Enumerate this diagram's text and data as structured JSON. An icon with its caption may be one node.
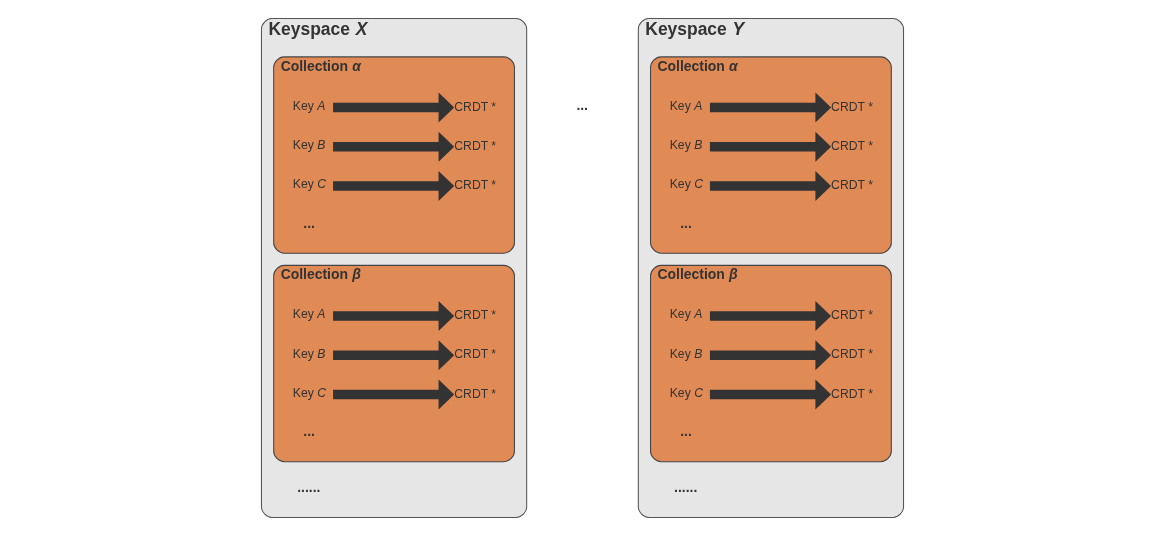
{
  "diagram": {
    "nodes": [
      {
        "text": [
          "Keyspace *X*"
        ]
      },
      {
        "text": [
          "Collection *α*"
        ],
        "in": 0
      },
      {
        "text": [
          "Key *A*"
        ],
        "in": 1
      },
      {
        "text": [
          "CRDT *"
        ],
        "in": 1
      },
      {
        "text": [
          "Key *B*"
        ],
        "in": 1
      },
      {
        "text": [
          "CRDT *"
        ],
        "in": 1
      },
      {
        "text": [
          "Key *C*"
        ],
        "in": 1
      },
      {
        "text": [
          "CRDT *"
        ],
        "in": 1
      },
      {
        "text": [
          "Collection *β*"
        ],
        "in": 0
      },
      {
        "text": [
          "Key *A*"
        ],
        "in": 8
      },
      {
        "text": [
          "CRDT *"
        ],
        "in": 8
      },
      {
        "text": [
          "Key *B*"
        ],
        "in": 8
      },
      {
        "text": [
          "CRDT *"
        ],
        "in": 8
      },
      {
        "text": [
          "Key *C*"
        ],
        "in": 8
      },
      {
        "text": [
          "CRDT *"
        ],
        "in": 8
      },
      {
        "text": [
          "Keyspace *Y*"
        ]
      },
      {
        "text": [
          "Collection *α*"
        ],
        "in": 15
      },
      {
        "text": [
          "Key *A*"
        ],
        "in": 16
      },
      {
        "text": [
          "CRDT *"
        ],
        "in": 16
      },
      {
        "text": [
          "Key *B*"
        ],
        "in": 16
      },
      {
        "text": [
          "CRDT *"
        ],
        "in": 16
      },
      {
        "text": [
          "Key *C*"
        ],
        "in": 16
      },
      {
        "text": [
          "CRDT *"
        ],
        "in": 16
      },
      {
        "text": [
          "Collection *β*"
        ],
        "in": 15
      },
      {
        "text": [
          "Key *A*"
        ],
        "in": 23
      },
      {
        "text": [
          "CRDT *"
        ],
        "in": 23
      },
      {
        "text": [
          "Key *B*"
        ],
        "in": 23
      },
      {
        "text": [
          "CRDT *"
        ],
        "in": 23
      },
      {
        "text": [
          "Key *C*"
        ],
        "in": 23
      },
      {
        "text": [
          "CRDT *"
        ],
        "in": 23
      }
    ],
    "edges": [
      {
        "from": 2,
        "to": 3,
        "arrow": "to"
      },
      {
        "from": 4,
        "to": 5,
        "arrow": "to"
      },
      {
        "from": 6,
        "to": 7,
        "arrow": "to"
      },
      {
        "from": 9,
        "to": 10,
        "arrow": "to"
      },
      {
        "from": 11,
        "to": 12,
        "arrow": "to"
      },
      {
        "from": 13,
        "to": 14,
        "arrow": "to"
      },
      {
        "from": 17,
        "to": 18,
        "arrow": "to"
      },
      {
        "from": 19,
        "to": 20,
        "arrow": "to"
      },
      {
        "from": 21,
        "to": 22,
        "arrow": "to"
      },
      {
        "from": 24,
        "to": 25,
        "arrow": "to"
      },
      {
        "from": 26,
        "to": 27,
        "arrow": "to"
      },
      {
        "from": 28,
        "to": 29,
        "arrow": "to"
      }
    ],
    "labels": [
      "...",
      "...",
      "...",
      "...",
      "...",
      "......",
      "......"
    ]
  }
}
